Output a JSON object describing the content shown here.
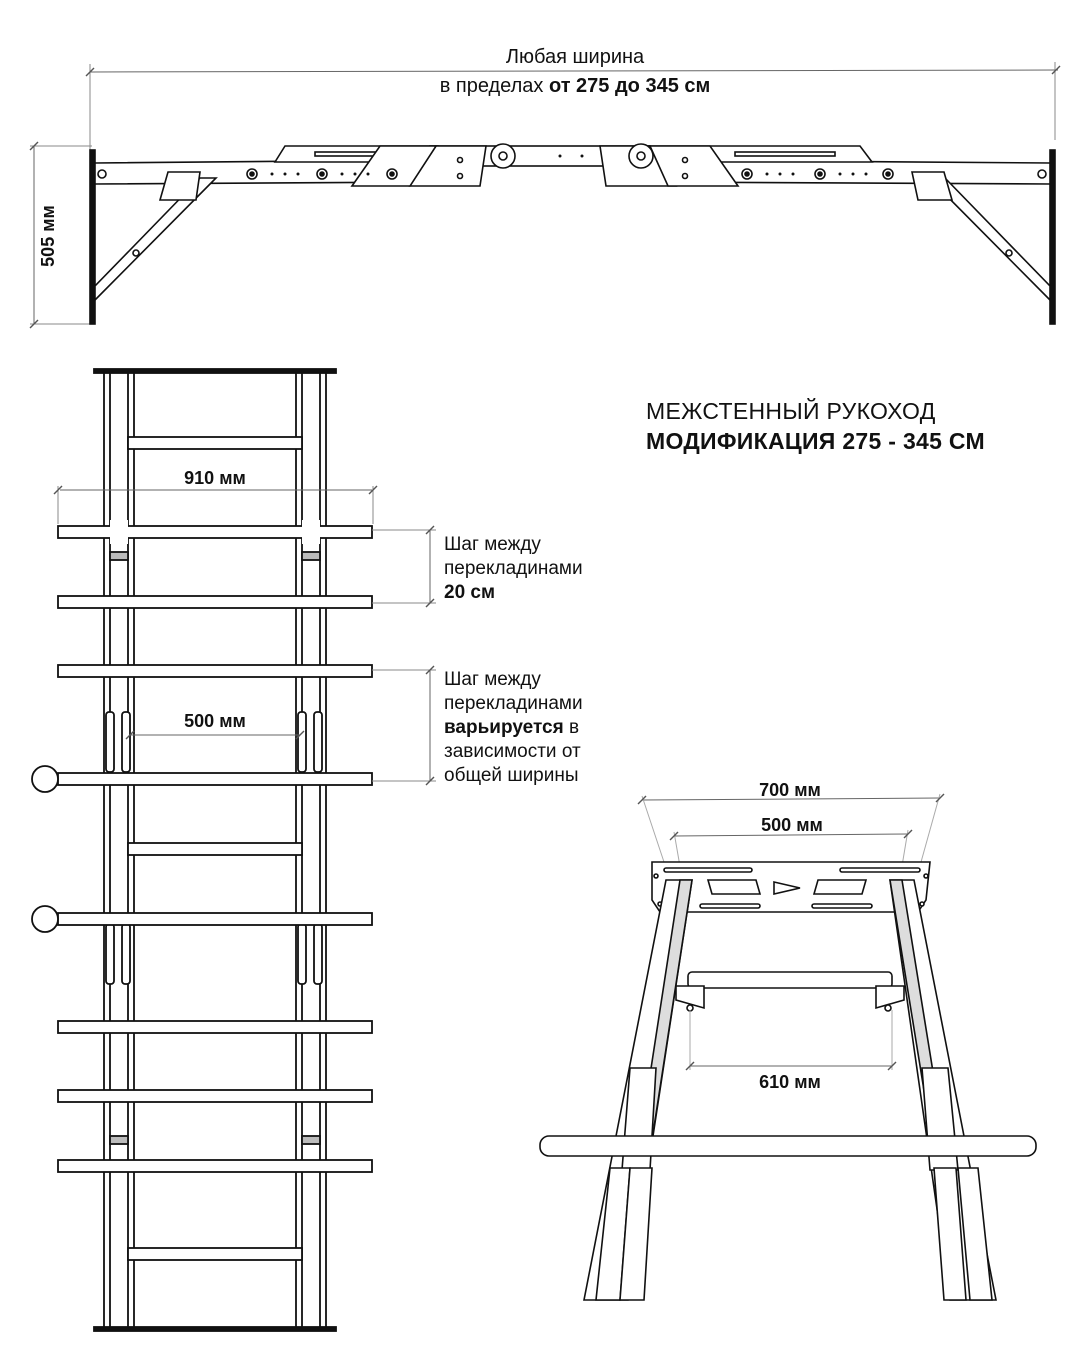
{
  "top_view": {
    "width_line1": "Любая ширина",
    "width_line2_prefix": "в пределах ",
    "width_line2_bold": "от 275 до 345 см",
    "height_label": "505 мм"
  },
  "title": {
    "line1": "МЕЖСТЕННЫЙ РУКОХОД",
    "line2": "МОДИФИКАЦИЯ 275 - 345 СМ"
  },
  "ladder_view": {
    "outer_width": "910 мм",
    "inner_width": "500 мм"
  },
  "notes": {
    "step_fixed": {
      "line1": "Шаг между",
      "line2": "перекладинами",
      "line3": "20 см"
    },
    "step_variable": {
      "line1": "Шаг между",
      "line2": "перекладинами",
      "line3_bold": "варьируется",
      "line3_rest": " в",
      "line4": "зависимости от",
      "line5": "общей ширины"
    }
  },
  "bracket_view": {
    "plate_width": "700 мм",
    "mount_width": "500 мм",
    "rail_width": "610 мм"
  }
}
